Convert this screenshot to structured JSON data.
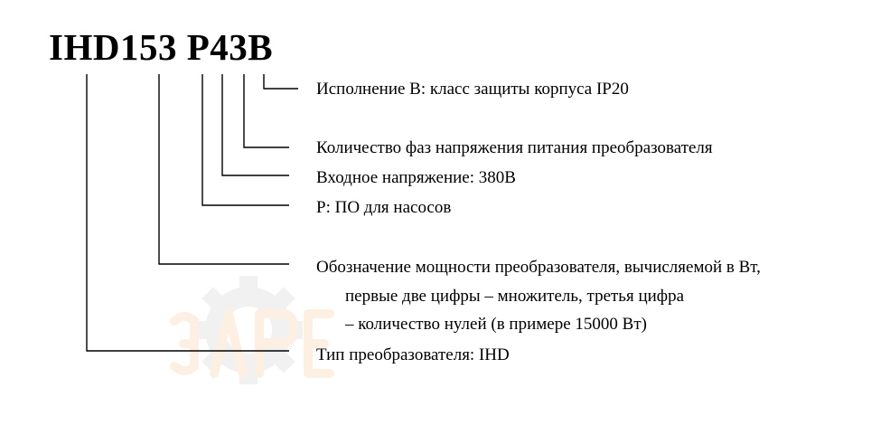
{
  "model_code": "IHD153 P43B",
  "labels": {
    "version": "Исполнение B: класс защиты корпуса IP20",
    "phases": "Количество фаз напряжения питания преобразователя",
    "voltage": "Входное напряжение: 380В",
    "software": "P: ПО для насосов",
    "power_line1": "Обозначение мощности преобразователя, вычисляемой в Вт,",
    "power_line2": "первые две цифры – множитель, третья цифра",
    "power_line3": "– количество нулей (в примере 15000 Вт)",
    "type": "Тип преобразователя: IHD"
  },
  "watermark": {
    "text": "ЭЛРЕ",
    "color": "#f08a2a",
    "gear_color": "#9a9a9a"
  },
  "colors": {
    "text": "#000000",
    "lines": "#000000",
    "background": "#ffffff"
  }
}
